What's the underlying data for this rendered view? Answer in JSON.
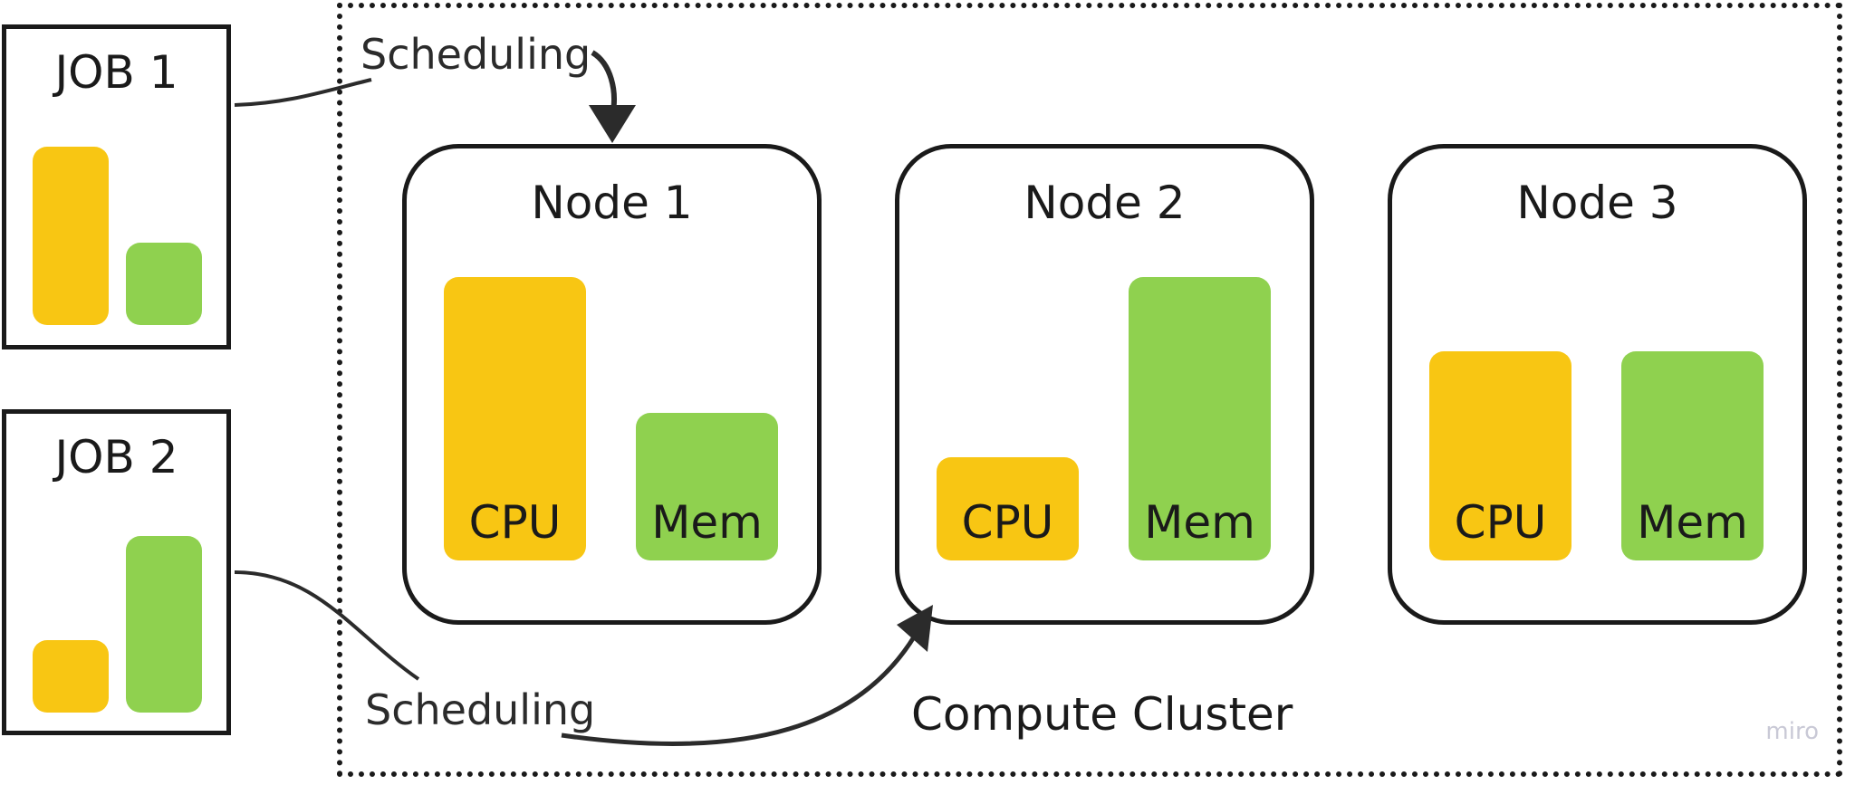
{
  "jobs": [
    {
      "title": "JOB 1"
    },
    {
      "title": "JOB 2"
    }
  ],
  "nodes": [
    {
      "title": "Node 1",
      "cpu_label": "CPU",
      "mem_label": "Mem"
    },
    {
      "title": "Node 2",
      "cpu_label": "CPU",
      "mem_label": "Mem"
    },
    {
      "title": "Node 3",
      "cpu_label": "CPU",
      "mem_label": "Mem"
    }
  ],
  "edges": [
    {
      "label": "Scheduling",
      "from": "JOB 1",
      "to": "Node 1"
    },
    {
      "label": "Scheduling",
      "from": "JOB 2",
      "to": "Node 2"
    }
  ],
  "cluster": {
    "label": "Compute Cluster"
  },
  "watermark": "miro",
  "colors": {
    "cpu": "#f8c613",
    "mem": "#8fd14f",
    "stroke": "#1a1a1a"
  }
}
